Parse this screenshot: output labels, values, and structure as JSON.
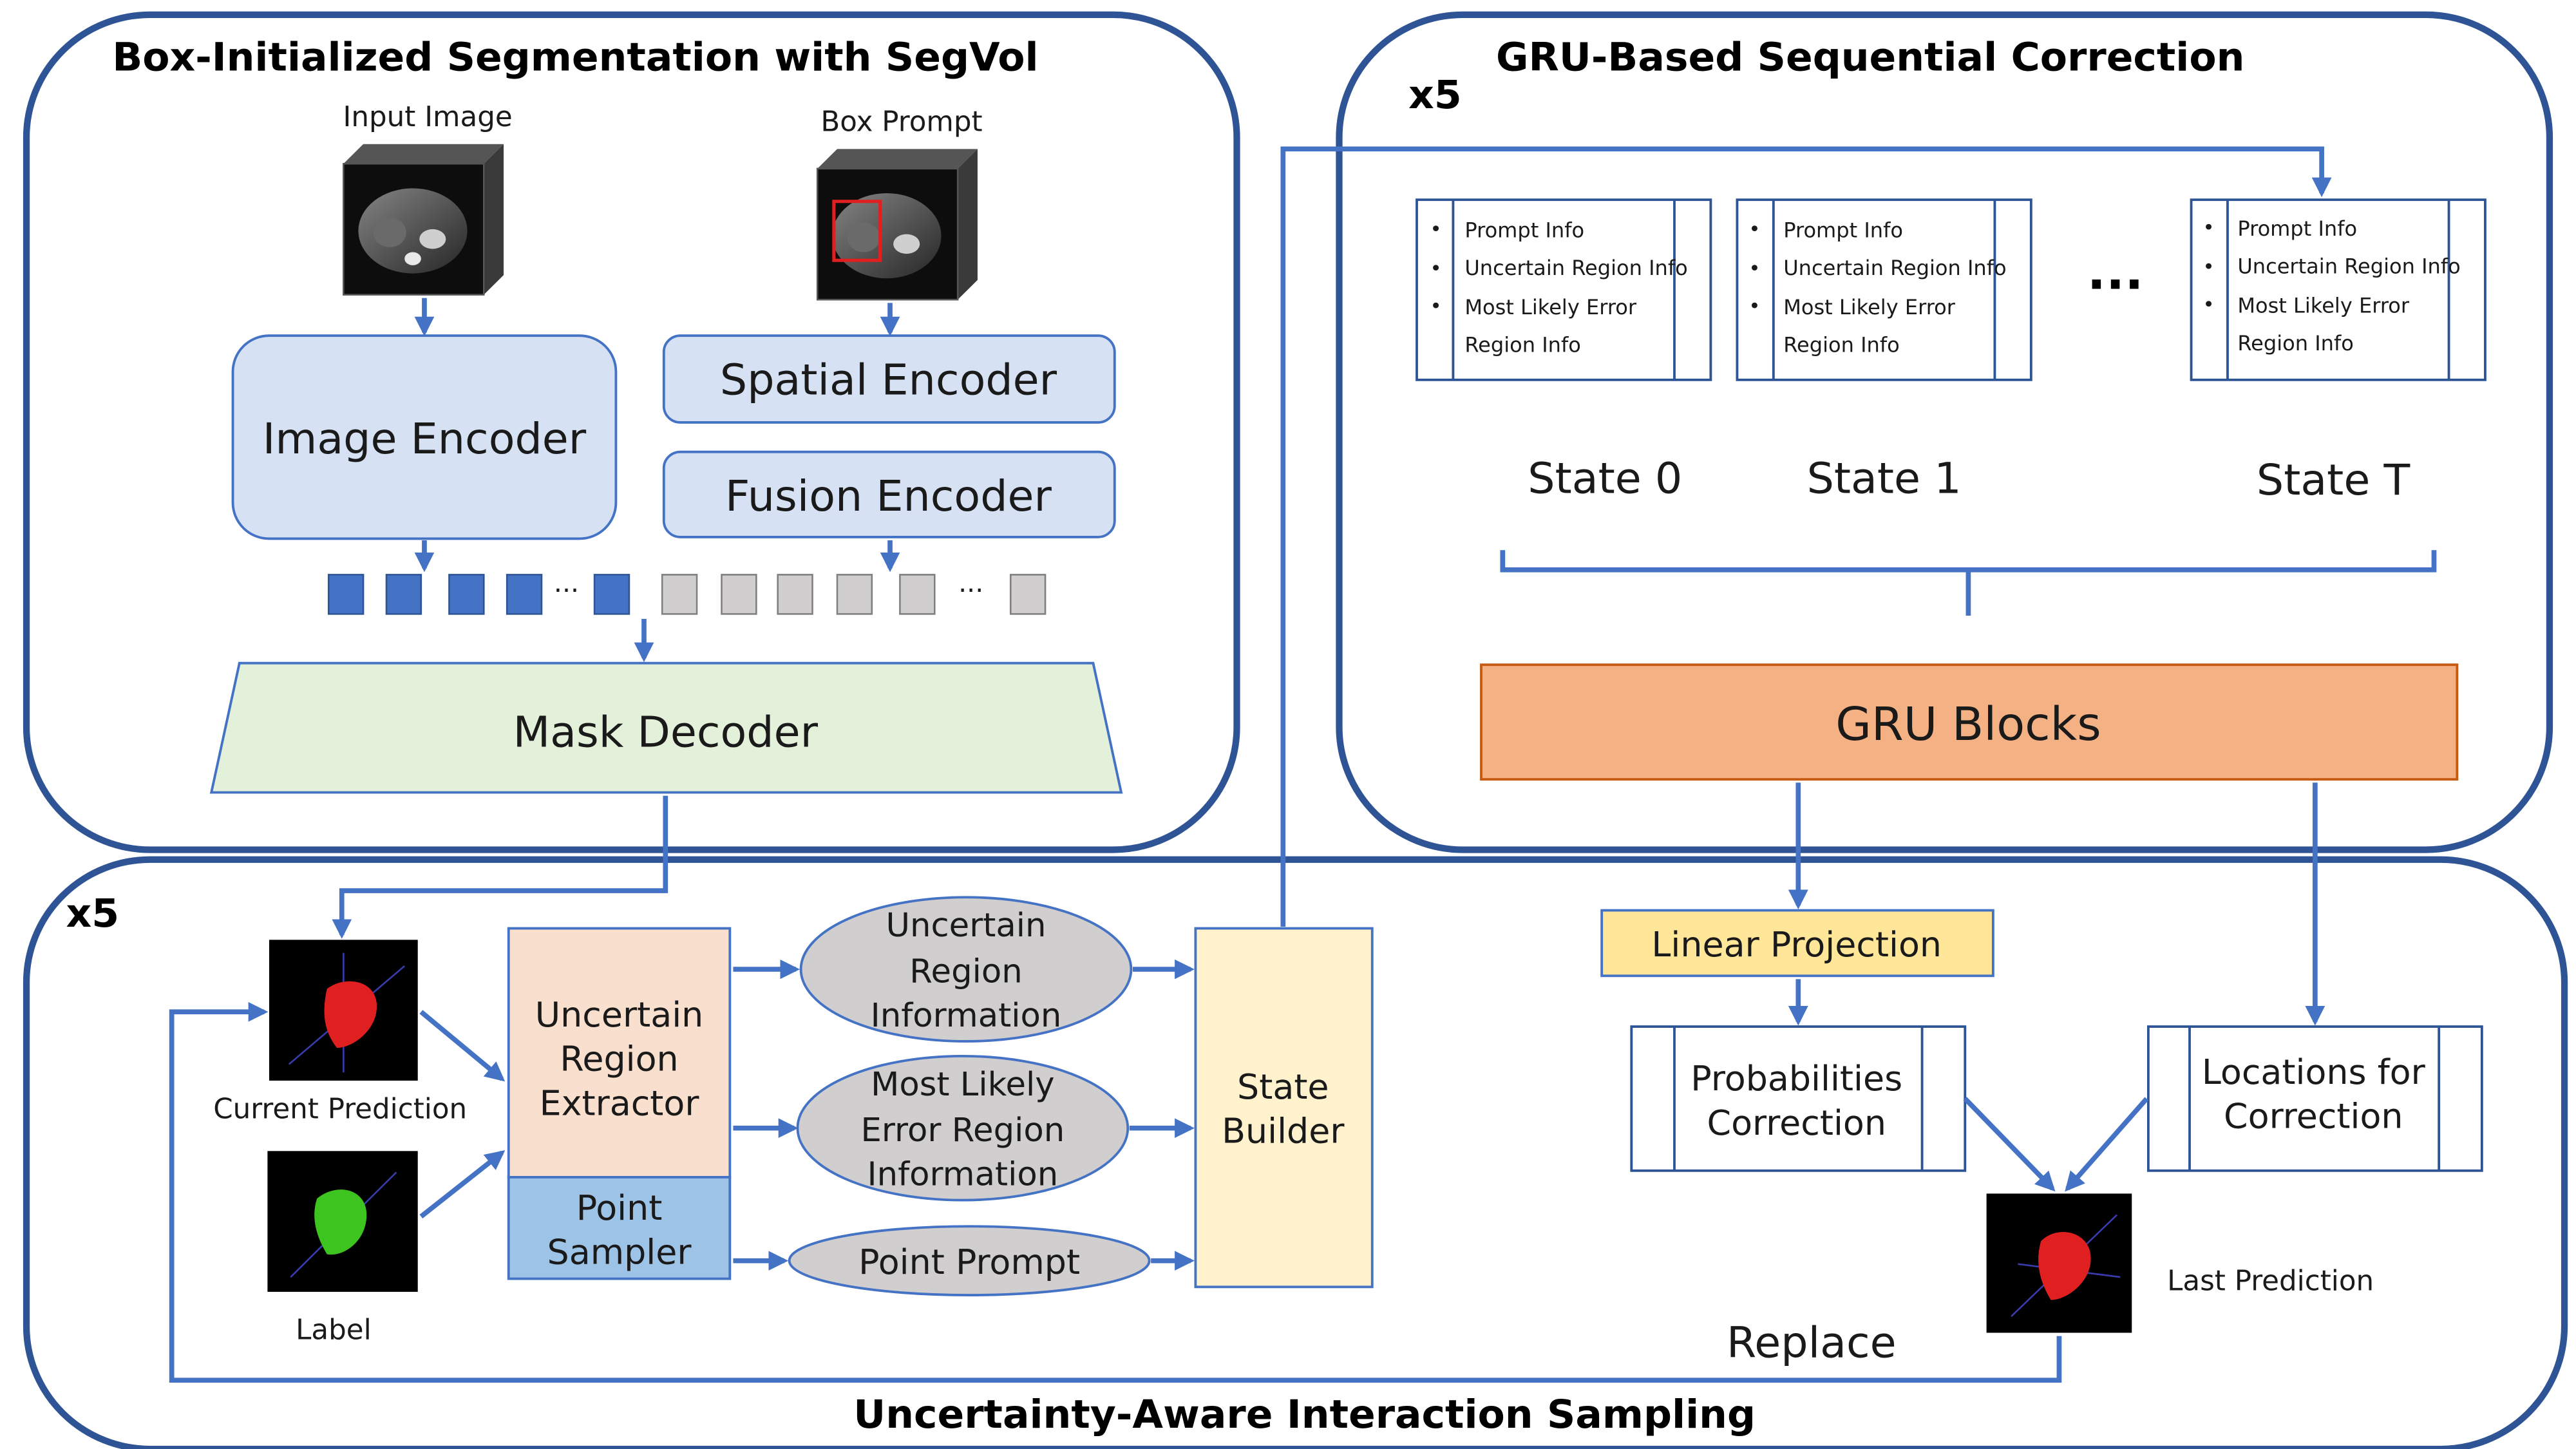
{
  "panels": {
    "top_left_title": "Box-Initialized Segmentation with SegVol",
    "top_right_title": "GRU-Based Sequential Correction",
    "bottom_title": "Uncertainty-Aware Interaction Sampling",
    "repeat_top": "x5",
    "repeat_bottom": "x5"
  },
  "segvol": {
    "input_image_label": "Input Image",
    "box_prompt_label": "Box Prompt",
    "image_encoder": "Image Encoder",
    "spatial_encoder": "Spatial Encoder",
    "fusion_encoder": "Fusion Encoder",
    "ellipsis": "···",
    "mask_decoder": "Mask Decoder"
  },
  "gru": {
    "states": [
      {
        "label": "State 0",
        "items": [
          "Prompt Info",
          "Uncertain Region Info",
          "Most Likely Error",
          "Region Info"
        ]
      },
      {
        "label": "State 1",
        "items": [
          "Prompt Info",
          "Uncertain Region Info",
          "Most Likely Error",
          "Region Info"
        ]
      },
      {
        "label": "State T",
        "items": [
          "Prompt Info",
          "Uncertain Region Info",
          "Most Likely Error",
          "Region Info"
        ]
      }
    ],
    "bullet": "•",
    "dots": "···",
    "gru_blocks": "GRU Blocks"
  },
  "sampling": {
    "current_prediction": "Current Prediction",
    "label": "Label",
    "extractor_lines": [
      "Uncertain",
      "Region",
      "Extractor"
    ],
    "sampler_lines": [
      "Point",
      "Sampler"
    ],
    "ellipse1": [
      "Uncertain",
      "Region",
      "Information"
    ],
    "ellipse2": [
      "Most Likely",
      "Error Region",
      "Information"
    ],
    "ellipse3": "Point Prompt",
    "state_builder": [
      "State",
      "Builder"
    ],
    "linear_projection": "Linear Projection",
    "prob_correction": [
      "Probabilities",
      "Correction"
    ],
    "loc_correction": [
      "Locations for",
      "Correction"
    ],
    "last_prediction": "Last Prediction",
    "replace": "Replace"
  },
  "colors": {
    "frame": "#2E5496",
    "arrow": "#4472C4",
    "encoder_fill": "#D6E2F4",
    "decoder_fill": "#E3F0DA",
    "extractor_fill": "#F9DFCE",
    "sampler_fill": "#9DC3E6",
    "ellipse_fill": "#D0CECE",
    "state_builder_fill": "#FFF2CC",
    "linear_fill": "#FFE699",
    "gru_fill": "#F4B183",
    "token_blue": "#4472C4",
    "token_gray": "#D0CECE",
    "mask_red": "#E02020",
    "mask_green": "#3EC41E"
  }
}
